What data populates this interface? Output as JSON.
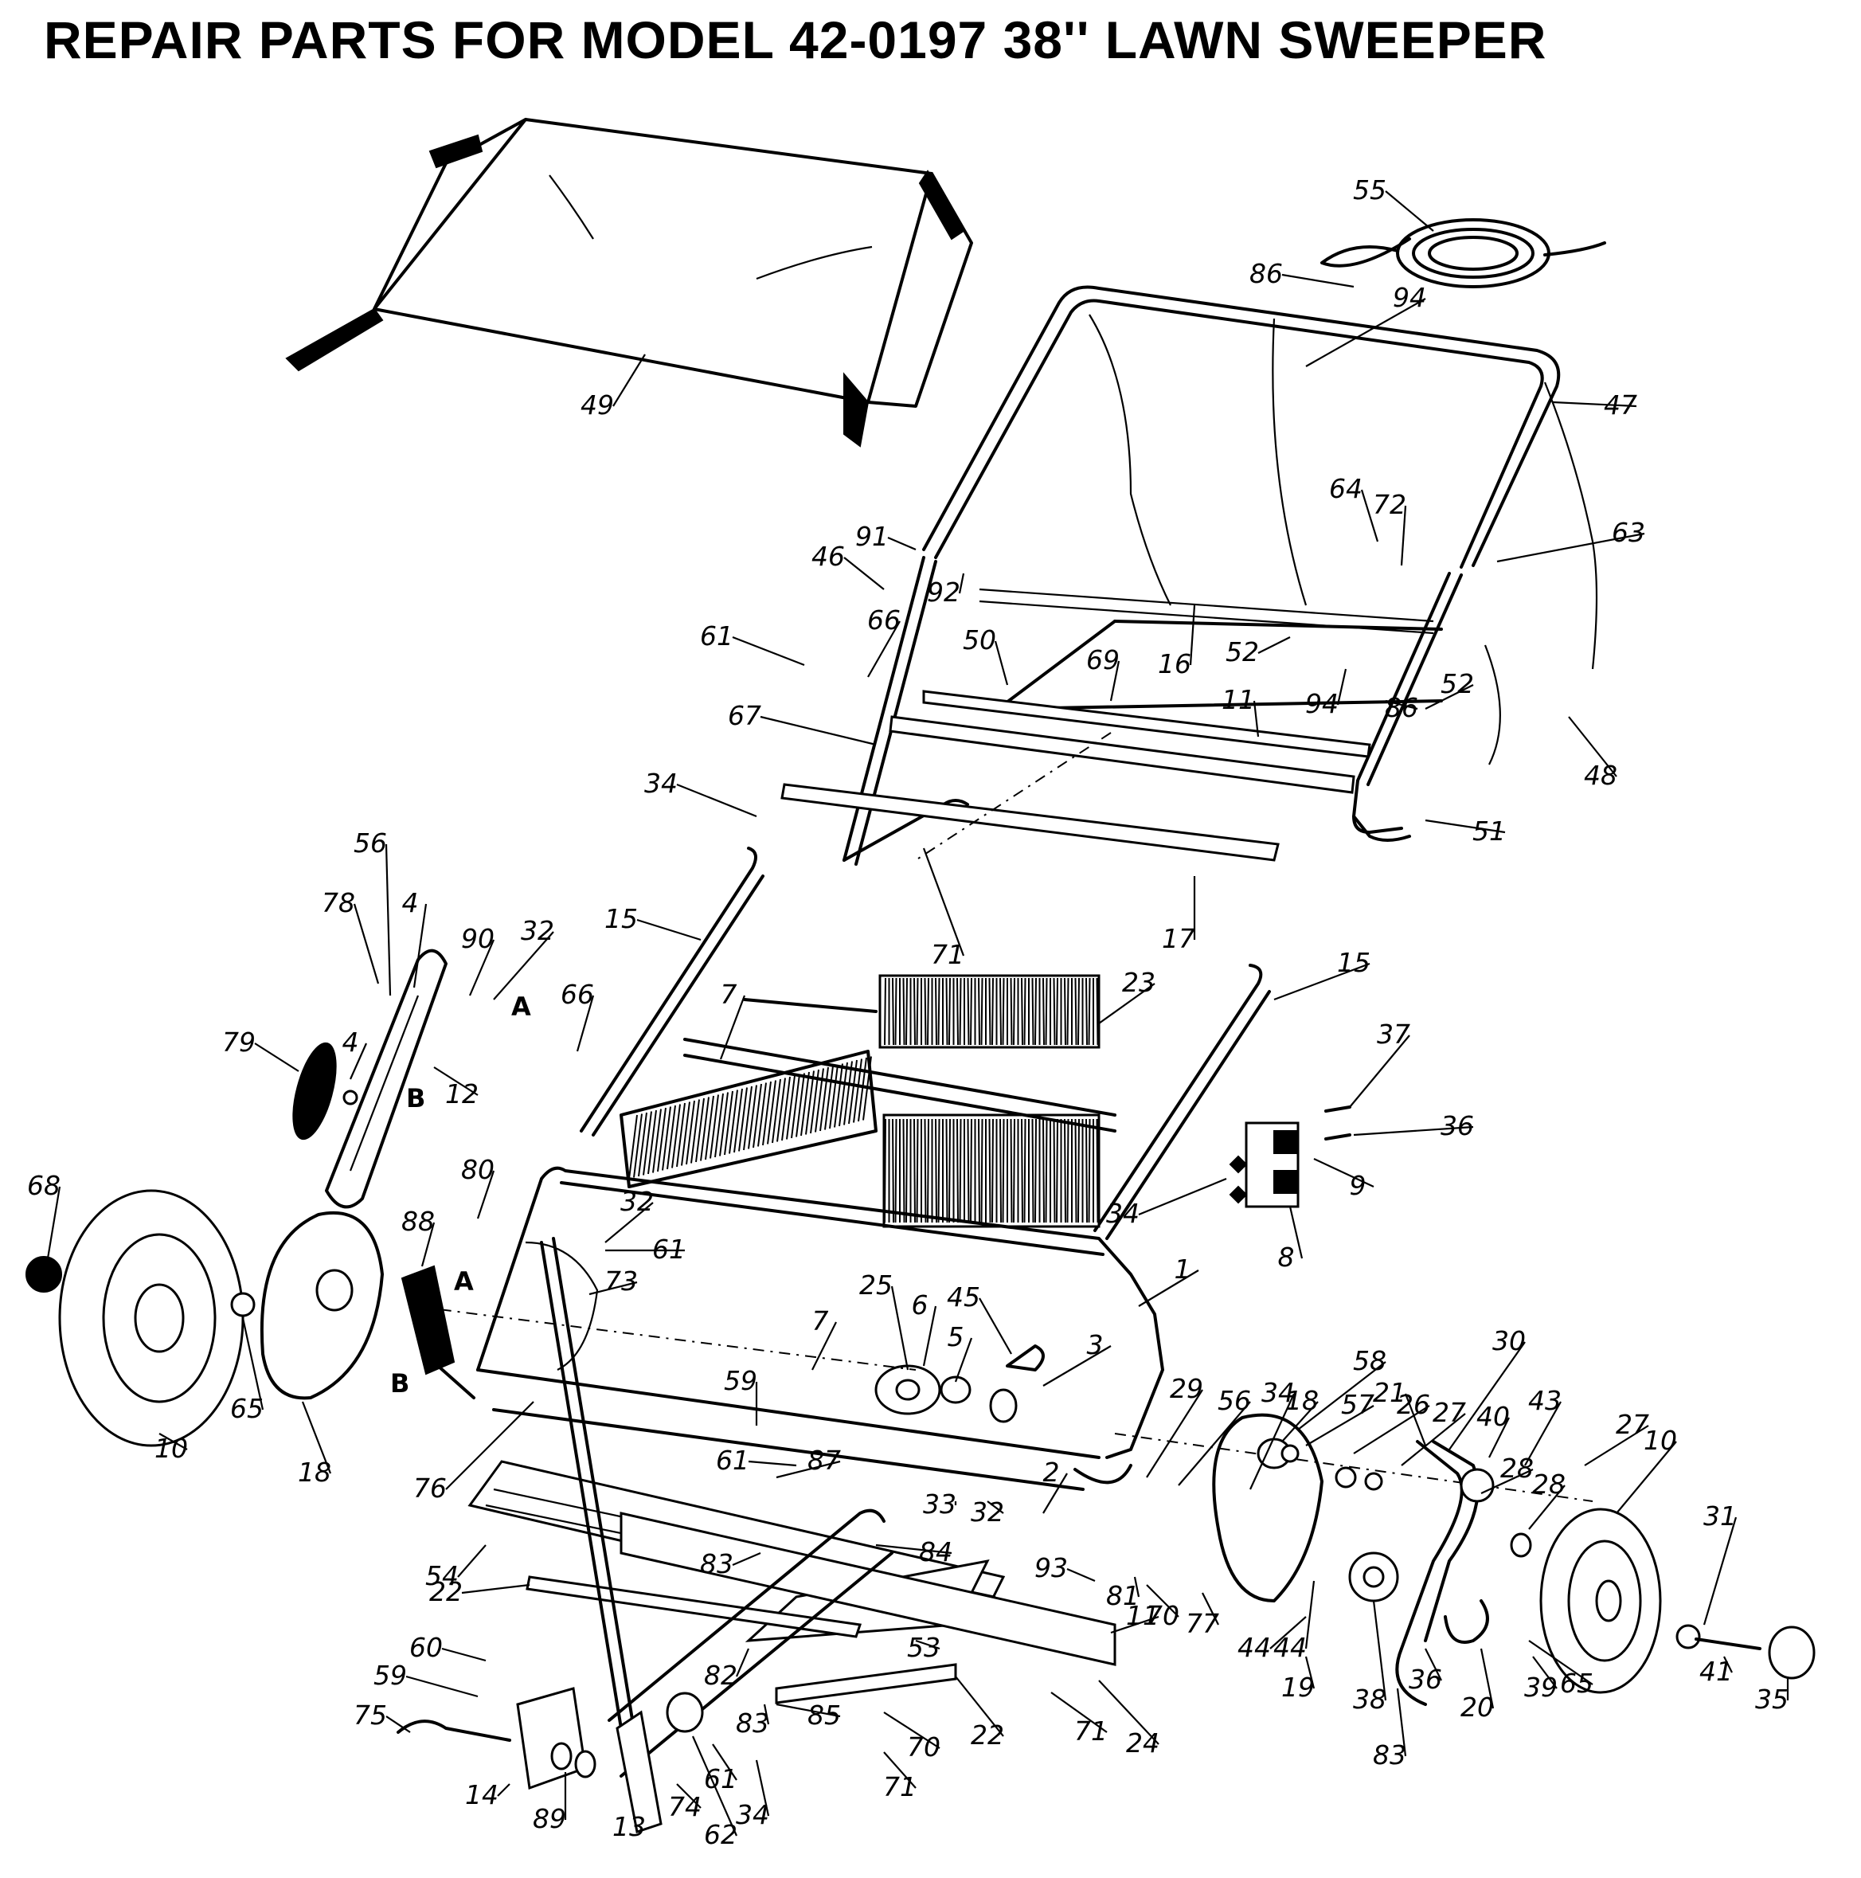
{
  "title": "REPAIR PARTS FOR MODEL 42-0197 38'' LAWN SWEEPER",
  "callouts": [
    {
      "id": "c49",
      "label": "49"
    },
    {
      "id": "c55",
      "label": "55"
    },
    {
      "id": "c86a",
      "label": "86"
    },
    {
      "id": "c94a",
      "label": "94"
    },
    {
      "id": "c47",
      "label": "47"
    },
    {
      "id": "c64",
      "label": "64"
    },
    {
      "id": "c72",
      "label": "72"
    },
    {
      "id": "c63",
      "label": "63"
    },
    {
      "id": "c91",
      "label": "91"
    },
    {
      "id": "c46",
      "label": "46"
    },
    {
      "id": "c92",
      "label": "92"
    },
    {
      "id": "c61a",
      "label": "61"
    },
    {
      "id": "c66a",
      "label": "66"
    },
    {
      "id": "c50",
      "label": "50"
    },
    {
      "id": "c69",
      "label": "69"
    },
    {
      "id": "c16",
      "label": "16"
    },
    {
      "id": "c52a",
      "label": "52"
    },
    {
      "id": "c11a",
      "label": "11"
    },
    {
      "id": "c94b",
      "label": "94"
    },
    {
      "id": "c86b",
      "label": "86"
    },
    {
      "id": "c52b",
      "label": "52"
    },
    {
      "id": "c67",
      "label": "67"
    },
    {
      "id": "c48",
      "label": "48"
    },
    {
      "id": "c34a",
      "label": "34"
    },
    {
      "id": "c51",
      "label": "51"
    },
    {
      "id": "c71a",
      "label": "71"
    },
    {
      "id": "c17",
      "label": "17"
    },
    {
      "id": "c56a",
      "label": "56"
    },
    {
      "id": "c78",
      "label": "78"
    },
    {
      "id": "c4a",
      "label": "4"
    },
    {
      "id": "c90",
      "label": "90"
    },
    {
      "id": "c32a",
      "label": "32"
    },
    {
      "id": "c15a",
      "label": "15"
    },
    {
      "id": "c23",
      "label": "23"
    },
    {
      "id": "c15b",
      "label": "15"
    },
    {
      "id": "c79",
      "label": "79"
    },
    {
      "id": "c4b",
      "label": "4"
    },
    {
      "id": "c12",
      "label": "12"
    },
    {
      "id": "c66b",
      "label": "66"
    },
    {
      "id": "c7a",
      "label": "7"
    },
    {
      "id": "c37",
      "label": "37"
    },
    {
      "id": "c36a",
      "label": "36"
    },
    {
      "id": "c68",
      "label": "68"
    },
    {
      "id": "c80",
      "label": "80"
    },
    {
      "id": "c32b",
      "label": "32"
    },
    {
      "id": "c61b",
      "label": "61"
    },
    {
      "id": "c34b",
      "label": "34"
    },
    {
      "id": "c9",
      "label": "9"
    },
    {
      "id": "c8",
      "label": "8"
    },
    {
      "id": "c88",
      "label": "88"
    },
    {
      "id": "c73",
      "label": "73"
    },
    {
      "id": "c1",
      "label": "1"
    },
    {
      "id": "c25",
      "label": "25"
    },
    {
      "id": "c6",
      "label": "6"
    },
    {
      "id": "c45",
      "label": "45"
    },
    {
      "id": "c7b",
      "label": "7"
    },
    {
      "id": "c5",
      "label": "5"
    },
    {
      "id": "c3",
      "label": "3"
    },
    {
      "id": "c65a",
      "label": "65"
    },
    {
      "id": "c10a",
      "label": "10"
    },
    {
      "id": "c18a",
      "label": "18"
    },
    {
      "id": "c59a",
      "label": "59"
    },
    {
      "id": "c76",
      "label": "76"
    },
    {
      "id": "c58",
      "label": "58"
    },
    {
      "id": "c30",
      "label": "30"
    },
    {
      "id": "c29",
      "label": "29"
    },
    {
      "id": "c56b",
      "label": "56"
    },
    {
      "id": "c34c",
      "label": "34"
    },
    {
      "id": "c18b",
      "label": "18"
    },
    {
      "id": "c57",
      "label": "57"
    },
    {
      "id": "c26",
      "label": "26"
    },
    {
      "id": "c21",
      "label": "21"
    },
    {
      "id": "c27a",
      "label": "27"
    },
    {
      "id": "c40",
      "label": "40"
    },
    {
      "id": "c43",
      "label": "43"
    },
    {
      "id": "c27b",
      "label": "27"
    },
    {
      "id": "c10b",
      "label": "10"
    },
    {
      "id": "c61c",
      "label": "61"
    },
    {
      "id": "c87",
      "label": "87"
    },
    {
      "id": "c33",
      "label": "33"
    },
    {
      "id": "c32c",
      "label": "32"
    },
    {
      "id": "c2",
      "label": "2"
    },
    {
      "id": "c28a",
      "label": "28"
    },
    {
      "id": "c28b",
      "label": "28"
    },
    {
      "id": "c31",
      "label": "31"
    },
    {
      "id": "c54",
      "label": "54"
    },
    {
      "id": "c83a",
      "label": "83"
    },
    {
      "id": "c84",
      "label": "84"
    },
    {
      "id": "c93",
      "label": "93"
    },
    {
      "id": "c81",
      "label": "81"
    },
    {
      "id": "c70a",
      "label": "70"
    },
    {
      "id": "c77",
      "label": "77"
    },
    {
      "id": "c22a",
      "label": "22"
    },
    {
      "id": "c11b",
      "label": "11"
    },
    {
      "id": "c44a",
      "label": "44"
    },
    {
      "id": "c44b",
      "label": "44"
    },
    {
      "id": "c36b",
      "label": "36"
    },
    {
      "id": "c39",
      "label": "39"
    },
    {
      "id": "c65b",
      "label": "65"
    },
    {
      "id": "c41",
      "label": "41"
    },
    {
      "id": "c35",
      "label": "35"
    },
    {
      "id": "c59b",
      "label": "59"
    },
    {
      "id": "c60",
      "label": "60"
    },
    {
      "id": "c53",
      "label": "53"
    },
    {
      "id": "c82",
      "label": "82"
    },
    {
      "id": "c85",
      "label": "85"
    },
    {
      "id": "c75",
      "label": "75"
    },
    {
      "id": "c19",
      "label": "19"
    },
    {
      "id": "c38",
      "label": "38"
    },
    {
      "id": "c20",
      "label": "20"
    },
    {
      "id": "c83b",
      "label": "83"
    },
    {
      "id": "c83c",
      "label": "83"
    },
    {
      "id": "c70b",
      "label": "70"
    },
    {
      "id": "c22b",
      "label": "22"
    },
    {
      "id": "c71b",
      "label": "71"
    },
    {
      "id": "c24",
      "label": "24"
    },
    {
      "id": "c14",
      "label": "14"
    },
    {
      "id": "c89",
      "label": "89"
    },
    {
      "id": "c13",
      "label": "13"
    },
    {
      "id": "c74",
      "label": "74"
    },
    {
      "id": "c62",
      "label": "62"
    },
    {
      "id": "c61d",
      "label": "61"
    },
    {
      "id": "c34d",
      "label": "34"
    },
    {
      "id": "c71c",
      "label": "71"
    }
  ],
  "reference_letters": [
    {
      "id": "rA1",
      "label": "A"
    },
    {
      "id": "rB1",
      "label": "B"
    },
    {
      "id": "rA2",
      "label": "A"
    },
    {
      "id": "rB2",
      "label": "B"
    }
  ]
}
